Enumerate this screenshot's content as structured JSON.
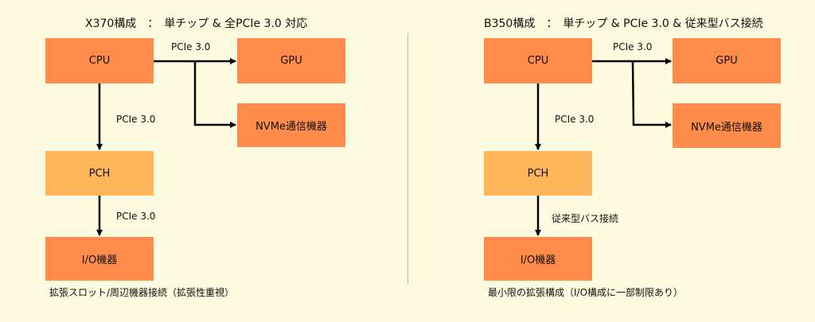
{
  "left": {
    "title": "X370構成　：　単チップ & 全PCIe 3.0 対応",
    "cpu": "CPU",
    "gpu": "GPU",
    "nvme": "NVMe通信機器",
    "pch": "PCH",
    "io": "I/O機器",
    "link_gpu": "PCIe 3.0",
    "link_pch": "PCIe 3.0",
    "link_io": "PCIe 3.0",
    "note": "拡張スロット/周辺機器接続（拡張性重視）"
  },
  "right": {
    "title": "B350構成　：　単チップ &  PCIe 3.0 & 従来型バス接続",
    "cpu": "CPU",
    "gpu": "GPU",
    "nvme": "NVMe通信機器",
    "pch": "PCH",
    "io": "I/O機器",
    "link_gpu": "PCIe 3.0",
    "link_pch": "PCIe 3.0",
    "link_io": "従来型バス接続",
    "note": "最小限の拡張構成（I/O構成に一部制限あり）"
  },
  "colors": {
    "background": "#fdfbe0",
    "box_dark": "#ff8c4a",
    "box_light": "#ffb55c",
    "arrow": "#000000"
  }
}
